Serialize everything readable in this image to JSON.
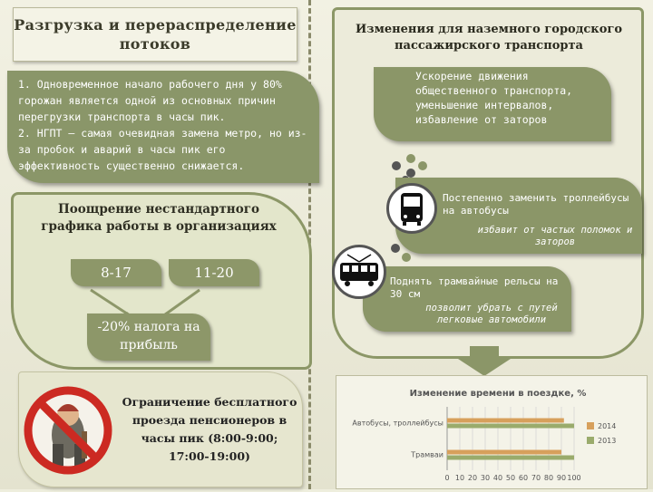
{
  "left": {
    "title": "Разгрузка и перераспределение потоков",
    "info_box": {
      "line1": "1. Одновременное начало рабочего дня у 80% горожан является одной из основных причин перегрузки транспорта в часы пик.",
      "line2": "2. НГПТ – самая очевидная замена метро, но из-за пробок и аварий в часы пик его эффективность существенно снижается."
    },
    "schedule": {
      "title": "Поощрение нестандартного графика работы в организациях",
      "option1": "8-17",
      "option2": "11-20",
      "result": "-20% налога на прибыль"
    },
    "pensioners": {
      "text": "Ограничение бесплатного проезда пенсионеров в часы пик (8:00-9:00; 17:00-19:00)",
      "icon": "prohibited-person-icon"
    }
  },
  "right": {
    "title": "Изменения для наземного городского пассажирского транспорта",
    "goal": "Ускорение движения общественного транспорта, уменьшение интервалов, избавление от заторов",
    "bus": {
      "text": "Постепенно заменить троллейбусы на автобусы",
      "note": "избавит от частых поломок и заторов",
      "icon": "bus-icon"
    },
    "tram": {
      "text": "Поднять трамвайные рельсы на 30 см",
      "note": "позволит убрать с путей легковые автомобили",
      "icon": "tram-icon"
    }
  },
  "colors": {
    "accent": "#8b9668",
    "bar2014": "#d7a05c",
    "bar2013": "#9aab6c"
  },
  "chart_data": {
    "type": "bar",
    "orientation": "horizontal",
    "title": "Изменение времени в поездке, %",
    "categories": [
      "Автобусы, троллейбусы",
      "Трамваи"
    ],
    "series": [
      {
        "name": "2014",
        "values": [
          92,
          90
        ]
      },
      {
        "name": "2013",
        "values": [
          100,
          100
        ]
      }
    ],
    "xlim": [
      0,
      100
    ],
    "xticks": [
      "0",
      "10",
      "20",
      "30",
      "40",
      "50",
      "60",
      "70",
      "80",
      "90",
      "100"
    ],
    "legend": "right"
  }
}
